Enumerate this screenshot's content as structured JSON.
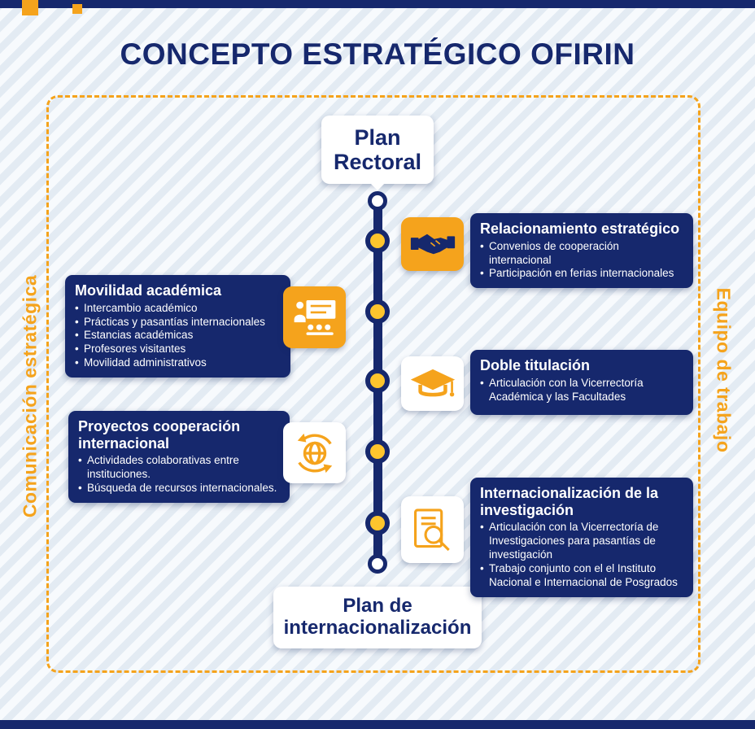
{
  "colors": {
    "navy": "#16286d",
    "orange": "#f5a31c",
    "yellow": "#fec52d"
  },
  "header": {
    "title": "CONCEPTO ESTRATÉGICO OFIRIN"
  },
  "side_labels": {
    "left": "Comunicación estratégica",
    "right": "Equipo de trabajo"
  },
  "timeline": {
    "start_label": "Plan\nRectoral",
    "end_label": "Plan de\ninternacionalización",
    "node_count": 5
  },
  "cards": [
    {
      "side": "right",
      "icon": "handshake-icon",
      "title": "Relacionamiento estratégico",
      "bullets": [
        "Convenios de cooperación internacional",
        "Participación en ferias internacionales"
      ]
    },
    {
      "side": "left",
      "icon": "teacher-presentation-icon",
      "title": "Movilidad académica",
      "bullets": [
        "Intercambio académico",
        "Prácticas y pasantías internacionales",
        "Estancias académicas",
        "Profesores visitantes",
        "Movilidad administrativos"
      ]
    },
    {
      "side": "right",
      "icon": "graduation-cap-icon",
      "title": "Doble titulación",
      "bullets": [
        "Articulación con la Vicerrectoría Académica y las Facultades"
      ]
    },
    {
      "side": "left",
      "icon": "globe-sync-icon",
      "title": "Proyectos cooperación internacional",
      "bullets": [
        "Actividades colaborativas entre instituciones.",
        "Búsqueda de recursos internacionales."
      ]
    },
    {
      "side": "right",
      "icon": "research-magnifier-icon",
      "title": "Internacionalización de la investigación",
      "bullets": [
        "Articulación con la Vicerrectoría de Investigaciones para pasantías de investigación",
        "Trabajo conjunto con el el Instituto Nacional e Internacional de Posgrados"
      ]
    }
  ]
}
